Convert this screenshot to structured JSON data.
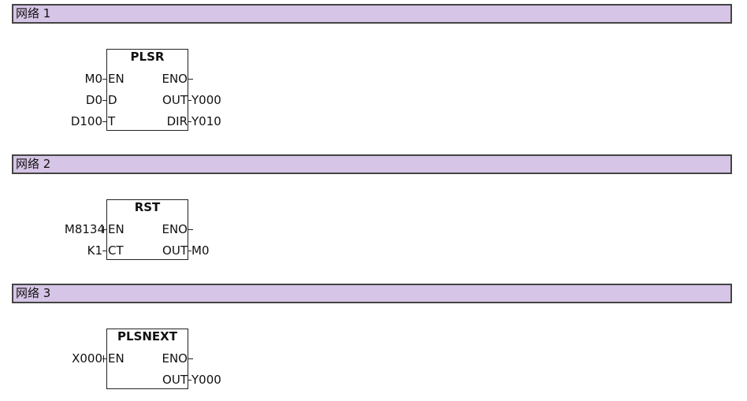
{
  "networks": [
    {
      "label": "网络 1",
      "block": {
        "name": "PLSR",
        "rows": [
          {
            "in_pin": "EN",
            "in_arg": "M0",
            "out_pin": "ENO",
            "out_arg": ""
          },
          {
            "in_pin": "D",
            "in_arg": "D0",
            "out_pin": "OUT",
            "out_arg": "Y000"
          },
          {
            "in_pin": "T",
            "in_arg": "D100",
            "out_pin": "DIR",
            "out_arg": "Y010"
          }
        ]
      }
    },
    {
      "label": "网络 2",
      "block": {
        "name": "RST",
        "rows": [
          {
            "in_pin": "EN",
            "in_arg": "M8134",
            "out_pin": "ENO",
            "out_arg": ""
          },
          {
            "in_pin": "CT",
            "in_arg": "K1",
            "out_pin": "OUT",
            "out_arg": "M0"
          }
        ]
      }
    },
    {
      "label": "网络 3",
      "block": {
        "name": "PLSNEXT",
        "rows": [
          {
            "in_pin": "EN",
            "in_arg": "X000",
            "out_pin": "ENO",
            "out_arg": ""
          },
          {
            "in_pin": "",
            "in_arg": "",
            "out_pin": "OUT",
            "out_arg": "Y000"
          }
        ]
      }
    }
  ]
}
